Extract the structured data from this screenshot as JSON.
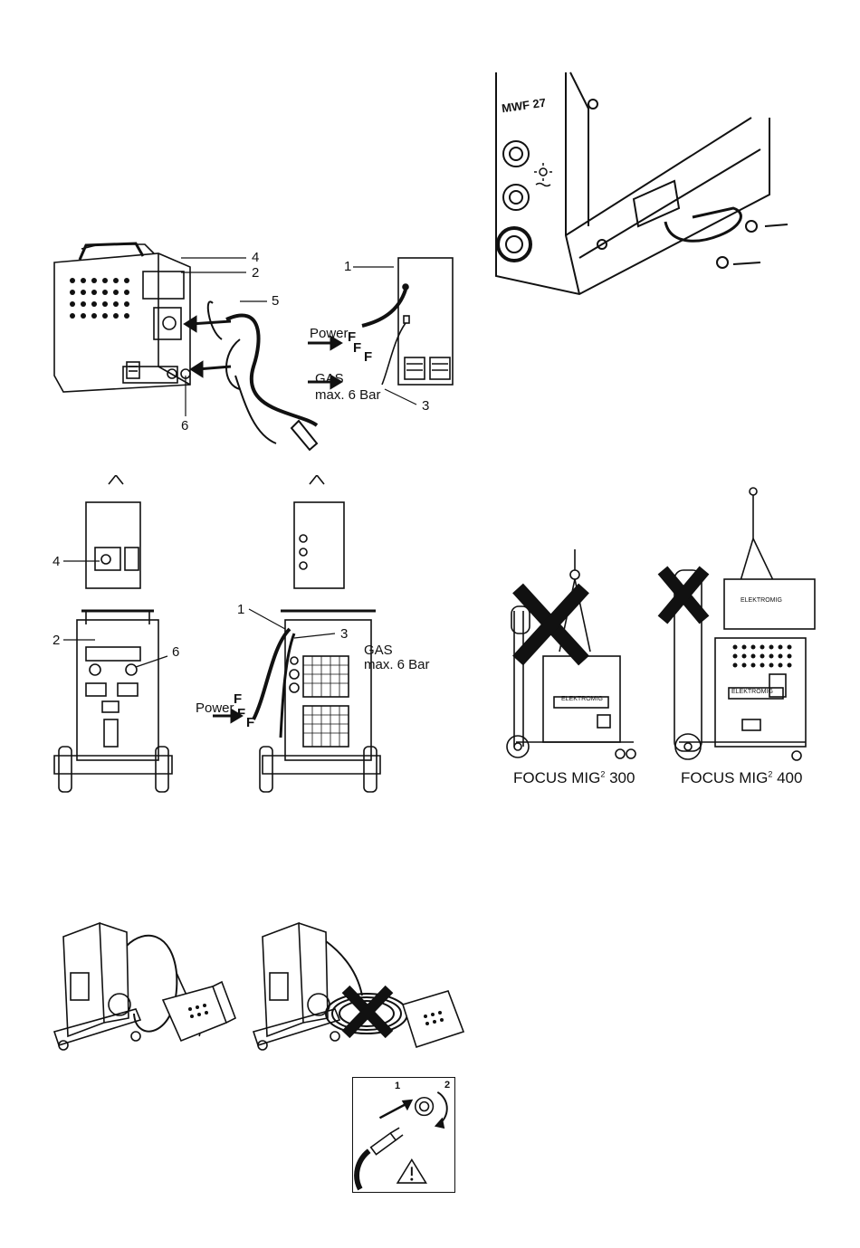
{
  "fig_connections_compact": {
    "callouts": [
      "4",
      "2",
      "5",
      "1",
      "6",
      "3"
    ],
    "power_label": "Power",
    "phase_label": "F",
    "gas_label": "GAS",
    "gas_pressure": "max. 6 Bar"
  },
  "fig_connections_trolley": {
    "callouts": [
      "4",
      "2",
      "6",
      "1",
      "3"
    ],
    "power_label": "Power",
    "phase_label": "F",
    "gas_label": "GAS",
    "gas_pressure": "max. 6 Bar"
  },
  "fig_lifting": {
    "model_a": {
      "name": "FOCUS MIG",
      "sup": "2",
      "num": "300"
    },
    "model_b": {
      "name": "FOCUS MIG",
      "sup": "2",
      "num": "400"
    },
    "brand_plate": "ELEKTROMIG"
  },
  "fig_wirefeed_mount": {
    "badge_text": "MWF 27"
  },
  "fig_connector": {
    "step_1": "1",
    "step_2": "2",
    "warning_icon": "warning-triangle-icon"
  },
  "colors": {
    "line": "#111111",
    "cross": "#111111",
    "paper": "#ffffff"
  }
}
